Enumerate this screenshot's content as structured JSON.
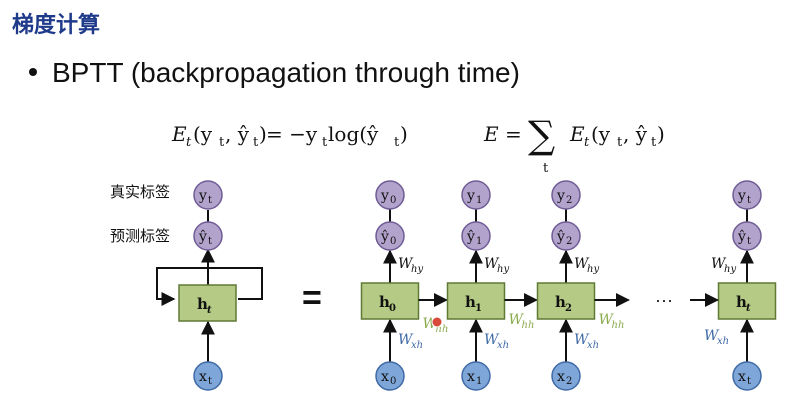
{
  "slide": {
    "title": "梯度计算",
    "bullet": "BPTT (backpropagation through time)"
  },
  "formulas": {
    "loss_E": "E",
    "loss_sub": "t",
    "loss_args_open": "(y",
    "loss_args_comma": ", ŷ",
    "loss_args_close": ")",
    "loss_eq": " = −y",
    "loss_log": "log(ŷ",
    "loss_log_close": ")",
    "total_lhs": "E =",
    "total_sum": "∑",
    "total_sum_index": "t",
    "total_E": "E",
    "total_args": "(y",
    "total_args_comma": ", ŷ",
    "total_args_close": ")"
  },
  "labels": {
    "true_label": "真实标签",
    "pred_label": "预测标签",
    "equals": "=",
    "ellipsis": "···"
  },
  "colors": {
    "title": "#1f3a8a",
    "box_fill": "#b5ca85",
    "box_stroke": "#5f7a35",
    "output_fill": "#b2a3cc",
    "output_stroke": "#6f5c95",
    "input_fill": "#7fa6d8",
    "input_stroke": "#3f6aa5",
    "w_hy": "#111111",
    "w_hh": "#8aab4c",
    "w_xh": "#3f6aa5",
    "cursor": "#d94a3a"
  },
  "folded": {
    "y": {
      "base": "y",
      "sub": "t"
    },
    "yhat": {
      "base": "ŷ",
      "sub": "t"
    },
    "h": {
      "base": "h",
      "sub": "t"
    },
    "x": {
      "base": "x",
      "sub": "t"
    }
  },
  "steps": [
    {
      "y": {
        "base": "y",
        "sub": "0"
      },
      "yhat": {
        "base": "ŷ",
        "sub": "0"
      },
      "h": {
        "base": "h",
        "sub": "0"
      },
      "x": {
        "base": "x",
        "sub": "0"
      },
      "why": {
        "base": "W",
        "sub": "hy"
      },
      "wxh": {
        "base": "W",
        "sub": "xh"
      },
      "whh": {
        "base": "W",
        "sub": "hh"
      }
    },
    {
      "y": {
        "base": "y",
        "sub": "1"
      },
      "yhat": {
        "base": "ŷ",
        "sub": "1"
      },
      "h": {
        "base": "h",
        "sub": "1"
      },
      "x": {
        "base": "x",
        "sub": "1"
      },
      "why": {
        "base": "W",
        "sub": "hy"
      },
      "wxh": {
        "base": "W",
        "sub": "xh"
      },
      "whh": {
        "base": "W",
        "sub": "hh"
      }
    },
    {
      "y": {
        "base": "y",
        "sub": "2"
      },
      "yhat": {
        "base": "ŷ",
        "sub": "2"
      },
      "h": {
        "base": "h",
        "sub": "2"
      },
      "x": {
        "base": "x",
        "sub": "2"
      },
      "why": {
        "base": "W",
        "sub": "hy"
      },
      "wxh": {
        "base": "W",
        "sub": "xh"
      },
      "whh": {
        "base": "W",
        "sub": "hh"
      }
    },
    {
      "y": {
        "base": "y",
        "sub": "t"
      },
      "yhat": {
        "base": "ŷ",
        "sub": "t"
      },
      "h": {
        "base": "h",
        "sub": "t"
      },
      "x": {
        "base": "x",
        "sub": "t"
      },
      "why": {
        "base": "W",
        "sub": "hy"
      },
      "wxh": {
        "base": "W",
        "sub": "xh"
      }
    }
  ]
}
